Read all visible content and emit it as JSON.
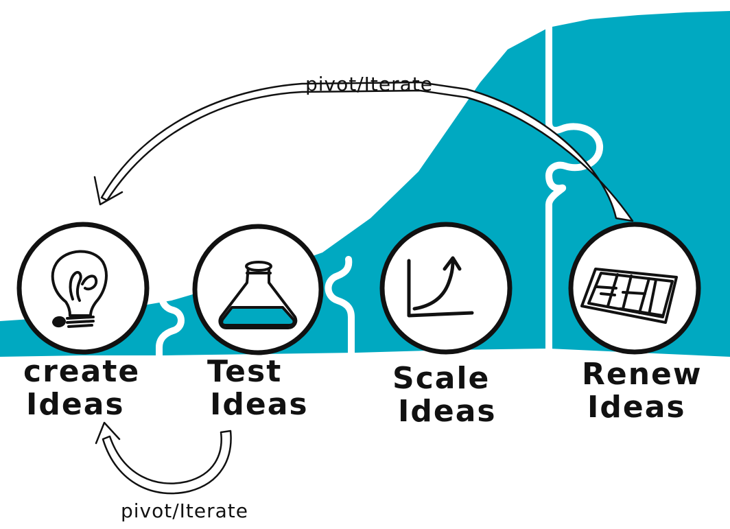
{
  "colors": {
    "teal": "#00a9c1",
    "ink": "#111111",
    "background": "#ffffff"
  },
  "steps": [
    {
      "line1": "create",
      "line2": "Ideas",
      "icon": "lightbulb-icon"
    },
    {
      "line1": "Test",
      "line2": "Ideas",
      "icon": "flask-icon"
    },
    {
      "line1": "Scale",
      "line2": "Ideas",
      "icon": "growth-chart-icon"
    },
    {
      "line1": "Renew",
      "line2": "Ideas",
      "icon": "blueprint-icon"
    }
  ],
  "arrows": {
    "top_label": "pivot/Iterate",
    "bottom_label": "pivot/Iterate"
  }
}
